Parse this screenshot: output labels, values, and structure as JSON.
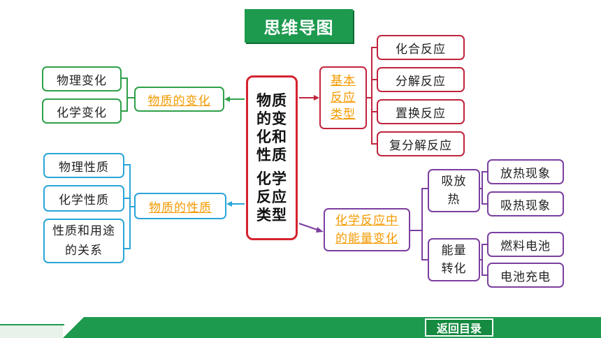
{
  "title": "思维导图",
  "center": {
    "line1": "物质",
    "line2": "的变",
    "line3": "化和",
    "line4": "性质",
    "line5": "化学",
    "line6": "反应",
    "line7": "类型"
  },
  "left_top": {
    "label": "物质的变化",
    "items": [
      "物理变化",
      "化学变化"
    ]
  },
  "left_bottom": {
    "label": "物质的性质",
    "items": [
      "物理性质",
      "化学性质",
      "性质和用途的关系"
    ]
  },
  "right_top": {
    "label_line1": "基本",
    "label_line2": "反应",
    "label_line3": "类型",
    "items": [
      "化合反应",
      "分解反应",
      "置换反应",
      "复分解反应"
    ]
  },
  "right_bottom": {
    "label_line1": "化学反应中",
    "label_line2": "的能量变化",
    "groups": [
      {
        "label": "吸放热",
        "items": [
          "放热现象",
          "吸热现象"
        ]
      },
      {
        "label": "能量转化",
        "items": [
          "燃料电池",
          "电池充电"
        ]
      }
    ]
  },
  "footer": {
    "back_label": "返回目录"
  },
  "colors": {
    "green": "#2ea04a",
    "red": "#c0243c",
    "blue": "#2aa5d8",
    "purple": "#7b3fa0",
    "orange": "#f39a00"
  }
}
